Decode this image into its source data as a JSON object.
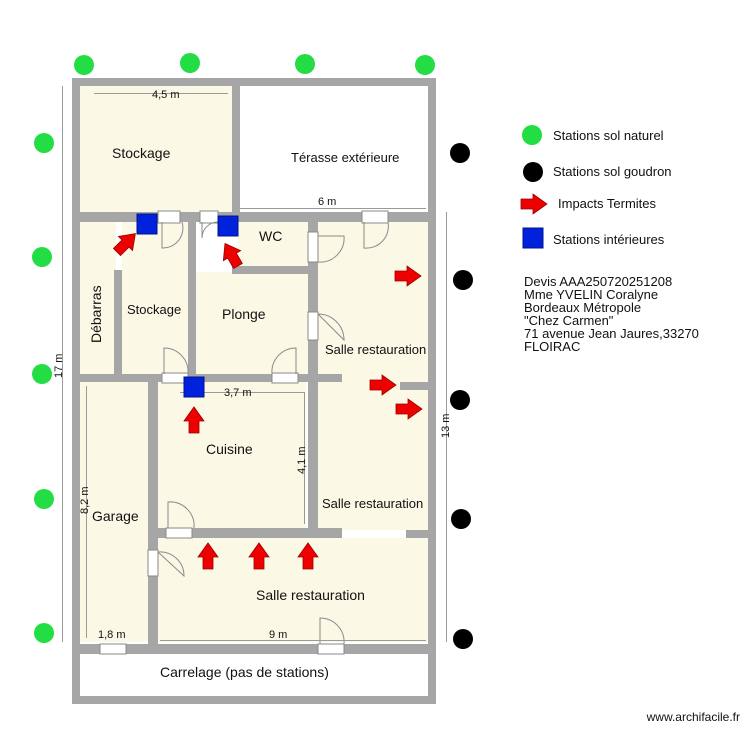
{
  "rooms": {
    "stockage_top": "Stockage",
    "terrasse": "Térasse extérieure",
    "debarras": "Débarras",
    "stockage_mid": "Stockage",
    "plonge": "Plonge",
    "wc": "WC",
    "salle_right_top": "Salle restauration",
    "cuisine": "Cuisine",
    "garage": "Garage",
    "salle_right_mid": "Salle restauration",
    "salle_bottom": "Salle restauration",
    "carrelage": "Carrelage (pas de stations)"
  },
  "dimensions": {
    "top_width": "4,5 m",
    "terrace_width": "6 m",
    "total_height": "17 m",
    "right_height": "13 m",
    "kitchen_width": "3,7 m",
    "kitchen_height": "4,1 m",
    "garage_height": "8,2 m",
    "garage_width": "1,8 m",
    "bottom_width": "9 m"
  },
  "legend": {
    "natural": "Stations sol naturel",
    "goudron": "Stations sol goudron",
    "termites": "Impacts Termites",
    "interieures": "Stations intérieures"
  },
  "info": [
    "Devis AAA250720251208",
    "Mme YVELIN Coralyne",
    "Bordeaux Métropole",
    "\"Chez Carmen\"",
    "71 avenue Jean Jaures,33270",
    "FLOIRAC"
  ],
  "credit": "www.archifacile.fr",
  "colors": {
    "wall": "#a6a6a6",
    "room_fill": "#fbf8e6",
    "natural_station": "#22dd44",
    "goudron_station": "#000000",
    "termite_arrow": "#ee0000",
    "interior_station": "#0022dd"
  }
}
